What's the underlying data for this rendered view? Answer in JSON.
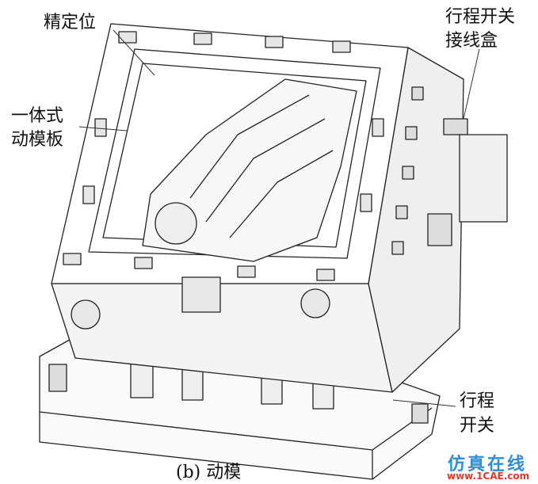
{
  "labels": {
    "positioning": "精定位",
    "plate_line1": "一体式",
    "plate_line2": "动模板",
    "junction_line1": "行程开关",
    "junction_line2": "接线盒",
    "switch_line1": "行程",
    "switch_line2": "开关"
  },
  "caption": "(b) 动模",
  "watermark": {
    "cn": "仿真在线",
    "url": "www.1CAE.com"
  }
}
